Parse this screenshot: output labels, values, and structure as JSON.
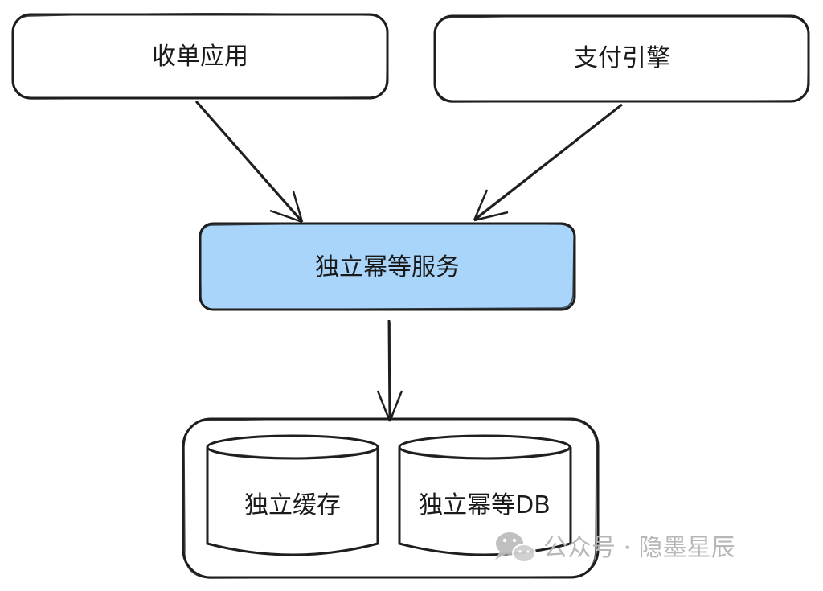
{
  "nodes": {
    "cashier_app": {
      "label": "收单应用"
    },
    "payment_engine": {
      "label": "支付引擎"
    },
    "idempotent_service": {
      "label": "独立幂等服务",
      "fill_color": "#a9d5fb"
    },
    "storage_group": {
      "cache": {
        "label": "独立缓存"
      },
      "db": {
        "label": "独立幂等DB"
      }
    }
  },
  "edges": [
    {
      "from": "收单应用",
      "to": "独立幂等服务"
    },
    {
      "from": "支付引擎",
      "to": "独立幂等服务"
    },
    {
      "from": "独立幂等服务",
      "to": "独立缓存 / 独立幂等DB"
    }
  ],
  "watermark": {
    "icon": "wechat-icon",
    "text": "公众号 · 隐墨星辰"
  },
  "colors": {
    "stroke": "#1e1e1e",
    "service_fill": "#a9d5fb",
    "box_fill": "#ffffff",
    "watermark": "#b4b4b4"
  }
}
